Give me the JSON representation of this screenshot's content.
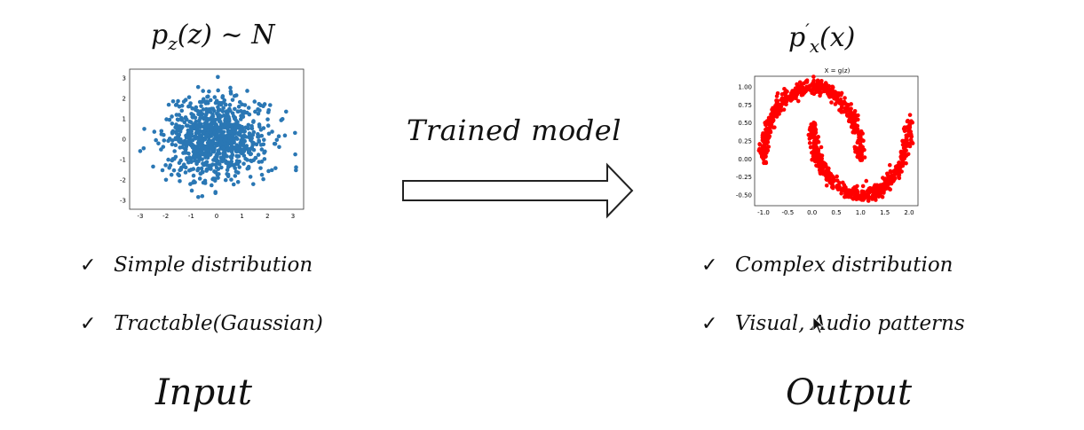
{
  "left": {
    "formula": {
      "p": "p",
      "sub": "z",
      "rest": "(z) ~ N"
    },
    "bullets": [
      "Simple distribution",
      "Tractable(Gaussian)"
    ],
    "label": "Input",
    "plot": {
      "xticks": [
        "-3",
        "-2",
        "-1",
        "0",
        "1",
        "2",
        "3"
      ],
      "yticks": [
        "3",
        "2",
        "1",
        "0",
        "-1",
        "-2",
        "-3"
      ],
      "point_color": "#2a77b4"
    }
  },
  "middle": {
    "arrow_label": "Trained model"
  },
  "right": {
    "formula": {
      "p": "p",
      "sup": "′",
      "sub": "x",
      "rest": "(x)"
    },
    "bullets": [
      "Complex distribution",
      "Visual, Audio patterns"
    ],
    "label": "Output",
    "plot": {
      "title": "X = g(z)",
      "xticks": [
        "-1.0",
        "-0.5",
        "0.0",
        "0.5",
        "1.0",
        "1.5",
        "2.0"
      ],
      "yticks": [
        "1.00",
        "0.75",
        "0.50",
        "0.25",
        "0.00",
        "-0.25",
        "-0.50"
      ],
      "point_color": "#ff0000"
    }
  },
  "check_glyph": "✓"
}
